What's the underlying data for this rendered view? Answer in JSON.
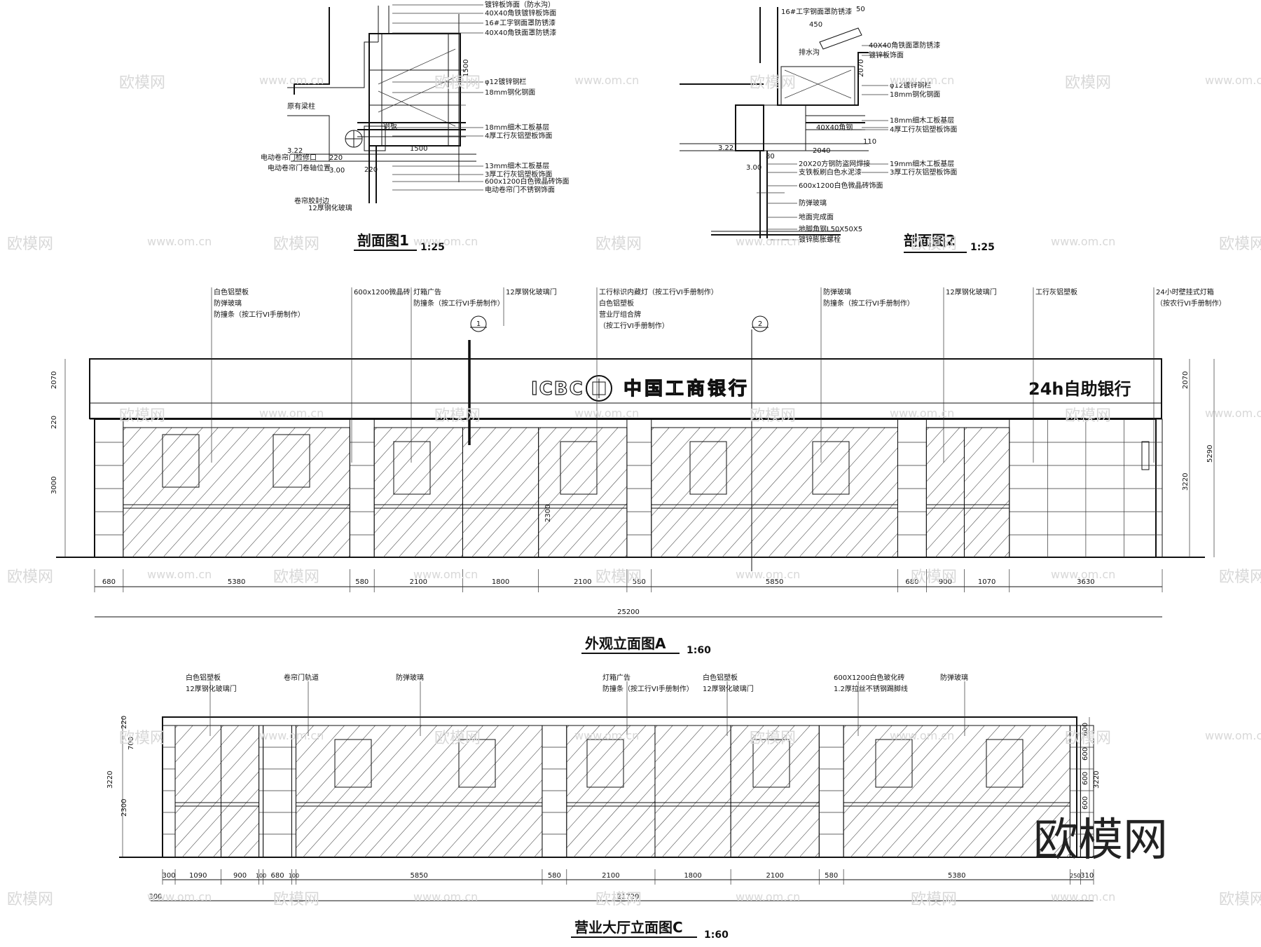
{
  "sections": {
    "s1": {
      "title": "剖面图1",
      "scale": "1:25",
      "notes_right": [
        "镀锌板饰面（防水沟）",
        "40X40角铁镀锌板饰面",
        "16#工字钢面罩防锈漆",
        "40X40角铁面罩防锈漆",
        "1500",
        "φ12镀锌钢栏",
        "18mm钢化钢面",
        "18mm细木工板基层",
        "4厚工行灰铝塑板饰面",
        "1500",
        "13mm细木工板基层",
        "3厚工行灰铝塑板饰面",
        "600x1200白色微晶砖饰面",
        "电动卷帘门不锈钢饰面"
      ],
      "notes_left": [
        "原有梁柱",
        "钢板",
        "电动卷帘门检修口",
        "电动卷帘门卷轴位置",
        "卷帘胶封边",
        "12厚钢化玻璃"
      ],
      "dims": [
        "3.22",
        "220",
        "3.00",
        "220"
      ]
    },
    "s2": {
      "title": "剖面图2",
      "scale": "1:25",
      "notes_top": [
        "16#工字钢面罩防锈漆",
        "450",
        "50",
        "排水沟"
      ],
      "notes_right": [
        "40X40角铁面罩防锈漆",
        "镀锌板饰面",
        "2070",
        "φ12镀锌钢栏",
        "18mm钢化钢面",
        "40X40角钢",
        "18mm细木工板基层",
        "4厚工行灰铝塑板饰面",
        "2040",
        "110",
        "19mm细木工板基层",
        "3厚工行灰铝塑板饰面"
      ],
      "notes_bottom": [
        "20X20方钢防盗网焊接",
        "支铁板刷白色水泥漆",
        "600x1200白色微晶砖饰面",
        "防弹玻璃",
        "地面完成面",
        "地脚角钢L50X50X5",
        "镀锌膨胀螺栓"
      ],
      "dims": [
        "3.22",
        "3.00",
        "80"
      ]
    }
  },
  "elevation_a": {
    "title": "外观立面图A",
    "scale": "1:60",
    "annotations": [
      [
        "白色铝塑板",
        "防弹玻璃",
        "防撞条（按工行VI手册制作）"
      ],
      [
        "600x1200微晶砖"
      ],
      [
        "灯箱广告",
        "防撞条（按工行VI手册制作）"
      ],
      [
        "12厚钢化玻璃门"
      ],
      [
        "工行标识内藏灯（按工行VI手册制作）",
        "白色铝塑板",
        "营业厅组合牌",
        "（按工行VI手册制作）"
      ],
      [
        "防弹玻璃",
        "防撞条（按工行VI手册制作）"
      ],
      [
        "12厚钢化玻璃门"
      ],
      [
        "工行灰铝塑板"
      ],
      [
        "24小时壁挂式灯箱",
        "（按农行VI手册制作）"
      ]
    ],
    "sign_logo": "ICBC",
    "sign_bank": "中国工商银行",
    "sign_24h": "24h自助银行",
    "section_marks": [
      "1",
      "2"
    ],
    "left_dims": [
      "2070",
      "220",
      "3000"
    ],
    "right_dims": [
      "2070",
      "3220",
      "5290"
    ],
    "door_dim": "2300",
    "bottom_dims": [
      "680",
      "5380",
      "580",
      "2100",
      "1800",
      "2100",
      "580",
      "5850",
      "680",
      "900",
      "1070",
      "3630"
    ],
    "total": "25200"
  },
  "elevation_c": {
    "title": "营业大厅立面图C",
    "scale": "1:60",
    "annotations": [
      [
        "白色铝塑板",
        "12厚钢化玻璃门"
      ],
      [
        "卷帘门轨道"
      ],
      [
        "防弹玻璃"
      ],
      [
        "灯箱广告",
        "防撞条（按工行VI手册制作）"
      ],
      [
        "白色铝塑板",
        "12厚钢化玻璃门"
      ],
      [
        "600X1200白色玻化砖",
        "1.2厚拉丝不锈钢踢脚线"
      ],
      [
        "防弹玻璃"
      ]
    ],
    "left_dims": [
      "220",
      "700",
      "3220",
      "2300"
    ],
    "right_dims": [
      "600",
      "600",
      "600",
      "600",
      "3220"
    ],
    "bottom_dims": [
      "300",
      "1090",
      "900",
      "100",
      "680",
      "100",
      "5850",
      "580",
      "2100",
      "1800",
      "2100",
      "580",
      "5380",
      "250",
      "310"
    ],
    "total": "21720",
    "total_left": "300"
  },
  "watermarks": [
    "欧模网",
    "www.om.cn",
    "om.cn"
  ],
  "brand_watermark": "欧模网"
}
